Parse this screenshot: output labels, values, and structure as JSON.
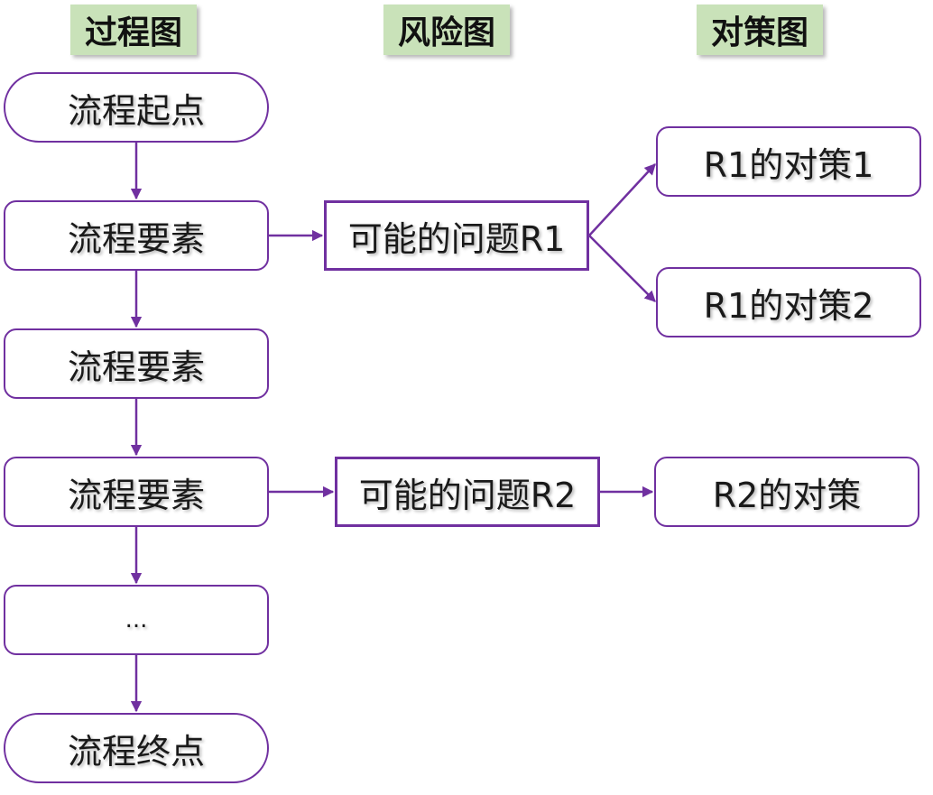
{
  "headers": {
    "process": "过程图",
    "risk": "风险图",
    "countermeasure": "对策图"
  },
  "process": {
    "start": "流程起点",
    "element_1": "流程要素",
    "element_2": "流程要素",
    "element_3": "流程要素",
    "ellipsis": "...",
    "end": "流程终点"
  },
  "risks": {
    "r1": "可能的问题R1",
    "r2": "可能的问题R2"
  },
  "countermeasures": {
    "r1_1": "R1的对策1",
    "r1_2": "R1的对策2",
    "r2": "R2的对策"
  },
  "colors": {
    "border": "#7030a0",
    "arrow": "#7030a0",
    "header_bg": "#c9e2b9"
  }
}
